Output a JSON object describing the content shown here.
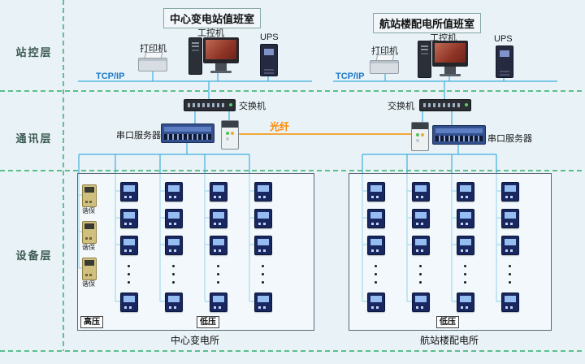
{
  "layers": {
    "station": "站控层",
    "comm": "通讯层",
    "device": "设备层"
  },
  "left_station": {
    "title": "中心变电站值班室",
    "printer_label": "打印机",
    "pc_label": "工控机",
    "ups_label": "UPS",
    "tcpip_label": "TCP/IP",
    "switch_label": "交换机",
    "serial_label": "串口服务器"
  },
  "right_station": {
    "title": "航站楼配电所值班室",
    "printer_label": "打印机",
    "pc_label": "工控机",
    "ups_label": "UPS",
    "tcpip_label": "TCP/IP",
    "switch_label": "交换机",
    "serial_label": "串口服务器"
  },
  "comm": {
    "fiber_label": "光纤"
  },
  "device_layer": {
    "left_box": {
      "hv_label": "高压",
      "lv_label": "低压",
      "caption": "中心变电所",
      "harmonic_label": "谐保"
    },
    "right_box": {
      "lv_label": "低压",
      "caption": "航站楼配电所"
    }
  },
  "colors": {
    "background": "#e8f2f7",
    "layer_divider": "#09a14e",
    "connector": "#3fb0dd",
    "fiber_line": "#f2a73b",
    "fiber_text": "#ff8a00",
    "tcpip_text": "#1d78c8"
  }
}
